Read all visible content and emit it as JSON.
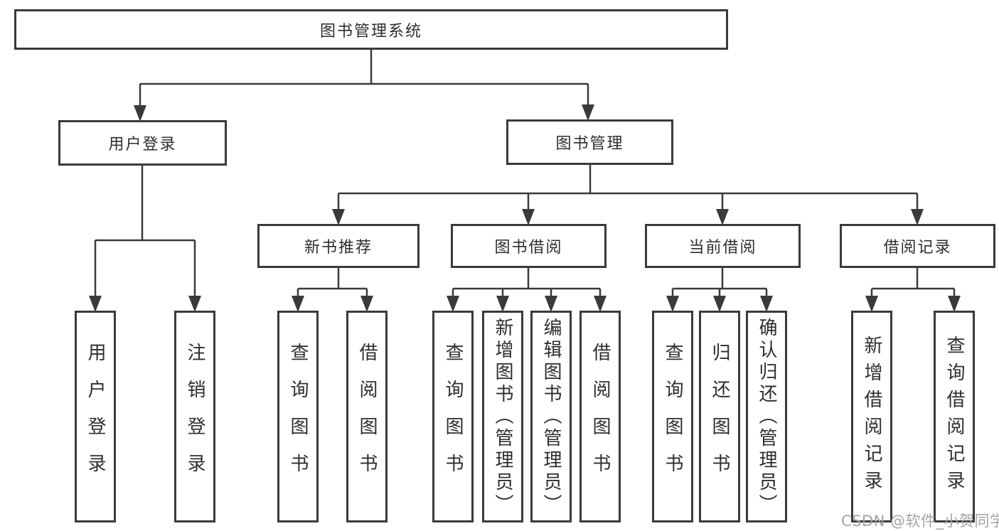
{
  "diagram": {
    "title": "图书管理系统",
    "level1": [
      {
        "label": "用户登录",
        "leaves": [
          "用户登录",
          "注销登录"
        ]
      },
      {
        "label": "图书管理",
        "children": [
          {
            "label": "新书推荐",
            "leaves": [
              "查询图书",
              "借阅图书"
            ]
          },
          {
            "label": "图书借阅",
            "leaves": [
              "查询图书",
              "新增图书（管理员）",
              "编辑图书（管理员）",
              "借阅图书"
            ]
          },
          {
            "label": "当前借阅",
            "leaves": [
              "查询图书",
              "归还图书",
              "确认归还（管理员）"
            ]
          },
          {
            "label": "借阅记录",
            "leaves": [
              "新增借阅记录",
              "查询借阅记录"
            ]
          }
        ]
      }
    ]
  },
  "watermark": "CSDN @软件_小贺同学",
  "colors": {
    "line": "#3a3a3a",
    "box_border": "#3a3a3a",
    "text": "#2e2e2e",
    "watermark": "#a3a3a3",
    "background": "#ffffff"
  }
}
